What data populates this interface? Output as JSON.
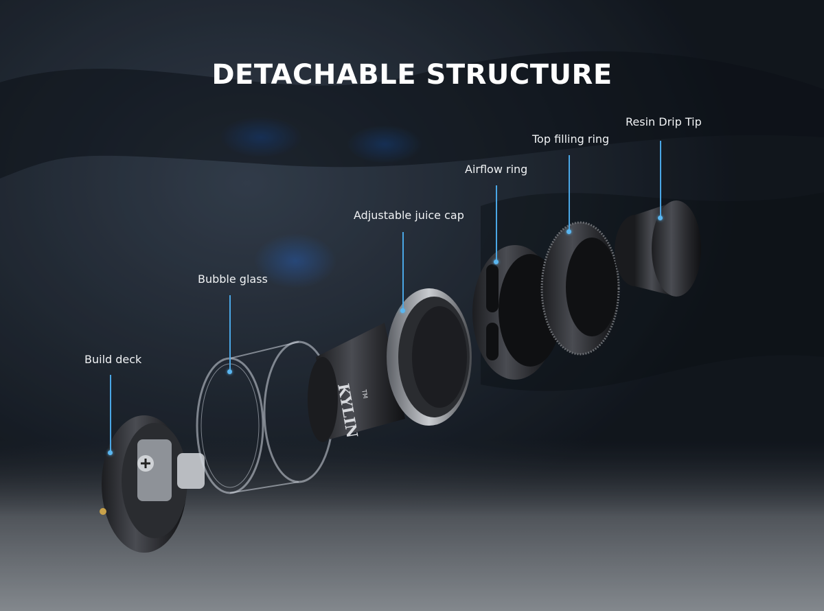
{
  "title": "DETACHABLE STRUCTURE",
  "brand_mark": "KYLIN",
  "brand_tm": "TM",
  "parts": [
    {
      "id": "build-deck",
      "label": "Build deck"
    },
    {
      "id": "bubble-glass",
      "label": "Bubble glass"
    },
    {
      "id": "adjustable-juice-cap",
      "label": "Adjustable juice cap"
    },
    {
      "id": "airflow-ring",
      "label": "Airflow ring"
    },
    {
      "id": "top-filling-ring",
      "label": "Top filling ring"
    },
    {
      "id": "resin-drip-tip",
      "label": "Resin Drip Tip"
    }
  ],
  "colors": {
    "accent": "#4aa7e6",
    "text": "#ffffff"
  }
}
